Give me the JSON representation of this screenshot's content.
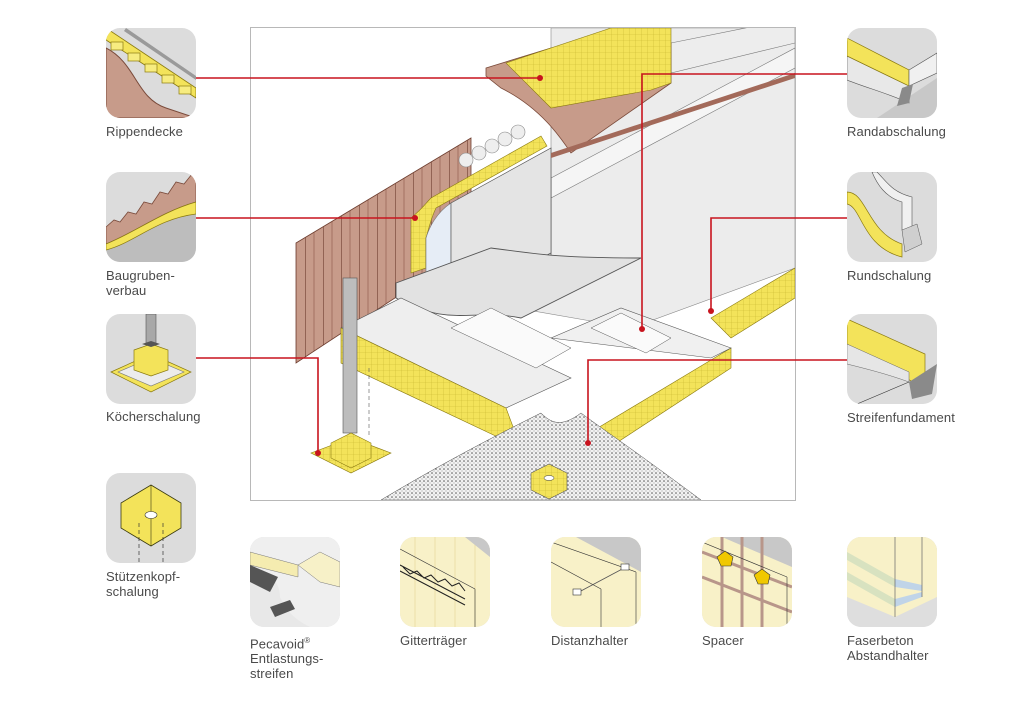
{
  "title": "Schalungssysteme Übersicht",
  "colors": {
    "accent_line": "#c8141e",
    "formwork_yellow": "#f3e35a",
    "sheet_pile_brown": "#c79b8a",
    "tile_bg": "#dcdcdc",
    "concrete_gray": "#e6e6e6"
  },
  "left_items": [
    {
      "id": "rippendecke",
      "label": "Rippendecke",
      "icon": "ribbed-slab-icon"
    },
    {
      "id": "baugrubenverbau",
      "label": "Baugruben-\nverbau",
      "icon": "excavation-shoring-icon"
    },
    {
      "id": "koecherschalung",
      "label": "Köcherschalung",
      "icon": "pocket-formwork-icon"
    },
    {
      "id": "stuetzenkopfschalung",
      "label": "Stützenkopf-\nschalung",
      "icon": "column-head-formwork-icon"
    }
  ],
  "right_items": [
    {
      "id": "randabschalung",
      "label": "Randabschalung",
      "icon": "edge-formwork-icon"
    },
    {
      "id": "rundschalung",
      "label": "Rundschalung",
      "icon": "curved-formwork-icon"
    },
    {
      "id": "streifenfundament",
      "label": "Streifenfundament",
      "icon": "strip-foundation-icon"
    }
  ],
  "bottom_items": [
    {
      "id": "pecavoid",
      "label_main": "Pecavoid",
      "label_sup": "®",
      "label_rest": "\nEntlastungs-\nstreifen",
      "icon": "relief-strip-icon"
    },
    {
      "id": "gittertraeger",
      "label": "Gitterträger",
      "icon": "lattice-girder-icon"
    },
    {
      "id": "distanzhalter",
      "label": "Distanzhalter",
      "icon": "distance-holder-icon"
    },
    {
      "id": "spacer",
      "label": "Spacer",
      "icon": "spacer-icon"
    },
    {
      "id": "faserbeton",
      "label": "Faserbeton\nAbstandhalter",
      "icon": "fiber-concrete-spacer-icon"
    }
  ]
}
